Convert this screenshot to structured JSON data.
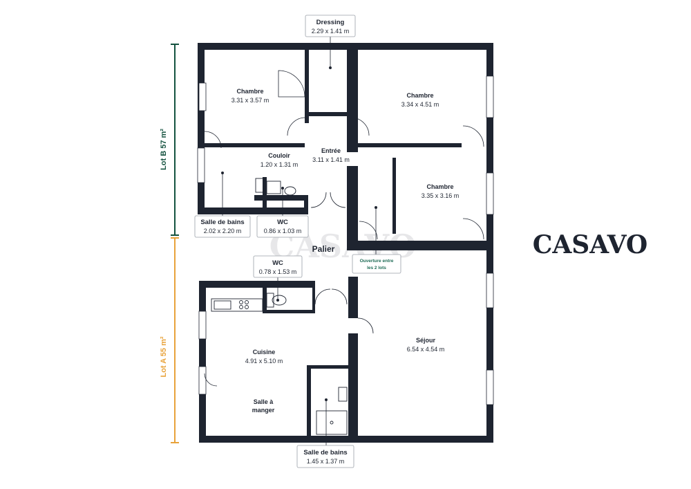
{
  "brand": {
    "logo_text": "CASAVO",
    "watermark_text": "CASAVO"
  },
  "colors": {
    "wall": "#1e2430",
    "lot_b": "#14523f",
    "lot_a": "#e8a23a",
    "callout_text": "#1e6b55"
  },
  "lots": {
    "lot_b": {
      "label": "Lot B 57 m²"
    },
    "lot_a": {
      "label": "Lot A 55 m²"
    }
  },
  "rooms": {
    "chambre_1": {
      "name": "Chambre",
      "dims": "3.31 x 3.57 m"
    },
    "chambre_2": {
      "name": "Chambre",
      "dims": "3.34 x 4.51 m"
    },
    "chambre_3": {
      "name": "Chambre",
      "dims": "3.35 x 3.16 m"
    },
    "couloir": {
      "name": "Couloir",
      "dims": "1.20 x 1.31 m"
    },
    "entree": {
      "name": "Entrée",
      "dims": "3.11 x 1.41 m"
    },
    "cuisine": {
      "name": "Cuisine",
      "dims": "4.91 x 5.10 m"
    },
    "salle_a_manger": {
      "line1": "Salle à",
      "line2": "manger"
    },
    "sejour": {
      "name": "Séjour",
      "dims": "6.54 x 4.54 m"
    },
    "palier": {
      "name": "Palier"
    }
  },
  "labels": {
    "dressing": {
      "name": "Dressing",
      "dims": "2.29 x 1.41 m"
    },
    "sdb_top": {
      "name": "Salle de bains",
      "dims": "2.02 x 2.20 m"
    },
    "wc_top": {
      "name": "WC",
      "dims": "0.86 x 1.03 m"
    },
    "wc_bottom": {
      "name": "WC",
      "dims": "0.78 x 1.53 m"
    },
    "sdb_bottom": {
      "name": "Salle de bains",
      "dims": "1.45 x 1.37 m"
    }
  },
  "callout": {
    "line1": "Ouverture entre",
    "line2": "les 2 lots"
  }
}
